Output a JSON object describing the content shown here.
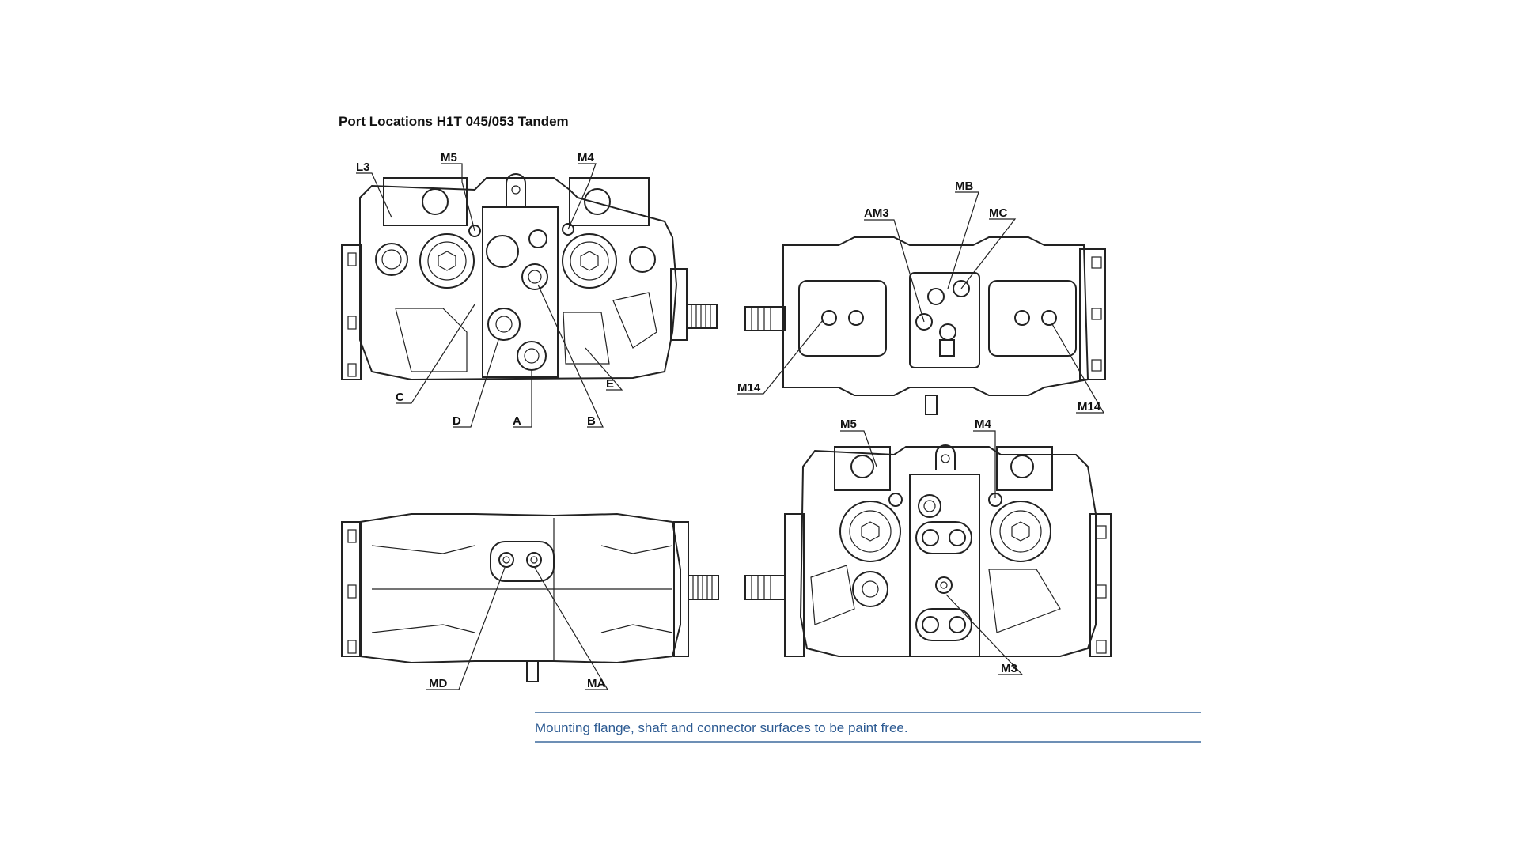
{
  "title": "Port Locations H1T 045/053 Tandem",
  "note": "Mounting flange, shaft and connector surfaces to be paint free.",
  "views": {
    "top_left": {
      "labels": {
        "L3": "L3",
        "M5": "M5",
        "M4": "M4",
        "C": "C",
        "D": "D",
        "A": "A",
        "B": "B",
        "E": "E"
      }
    },
    "top_right": {
      "labels": {
        "AM3": "AM3",
        "MB": "MB",
        "MC": "MC",
        "M14_left": "M14",
        "M14_right": "M14"
      }
    },
    "bottom_left": {
      "labels": {
        "MD": "MD",
        "MA": "MA"
      }
    },
    "bottom_right": {
      "labels": {
        "M5": "M5",
        "M4": "M4",
        "M3": "M3"
      }
    }
  }
}
